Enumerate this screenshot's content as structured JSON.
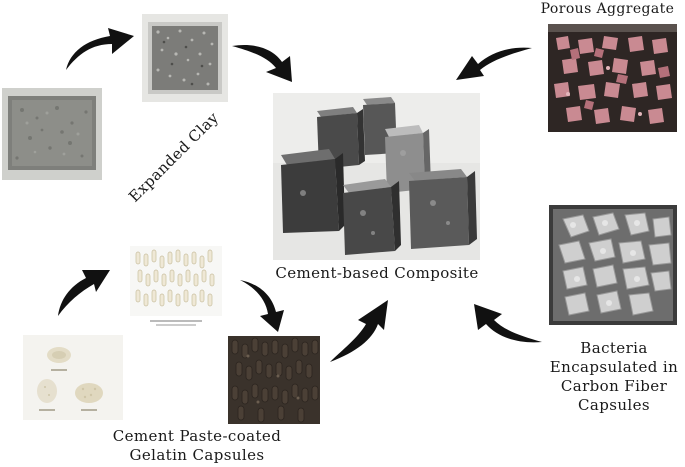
{
  "labels": {
    "expanded_clay": "Expanded Clay",
    "porous_aggregate": "Porous Aggregate",
    "composite": "Cement-based Composite",
    "bacteria_line1": "Bacteria",
    "bacteria_line2": "Encapsulated in",
    "bacteria_line3": "Carbon Fiber",
    "bacteria_line4": "Capsules",
    "cement_paste_line1": "Cement Paste-coated",
    "cement_paste_line2": "Gelatin Capsules"
  },
  "colors": {
    "arrow": "#111111",
    "aggregate_pink": "#c98a92",
    "capsule_cream": "#efe8d6",
    "coated_capsule_brown": "#4b4036"
  }
}
